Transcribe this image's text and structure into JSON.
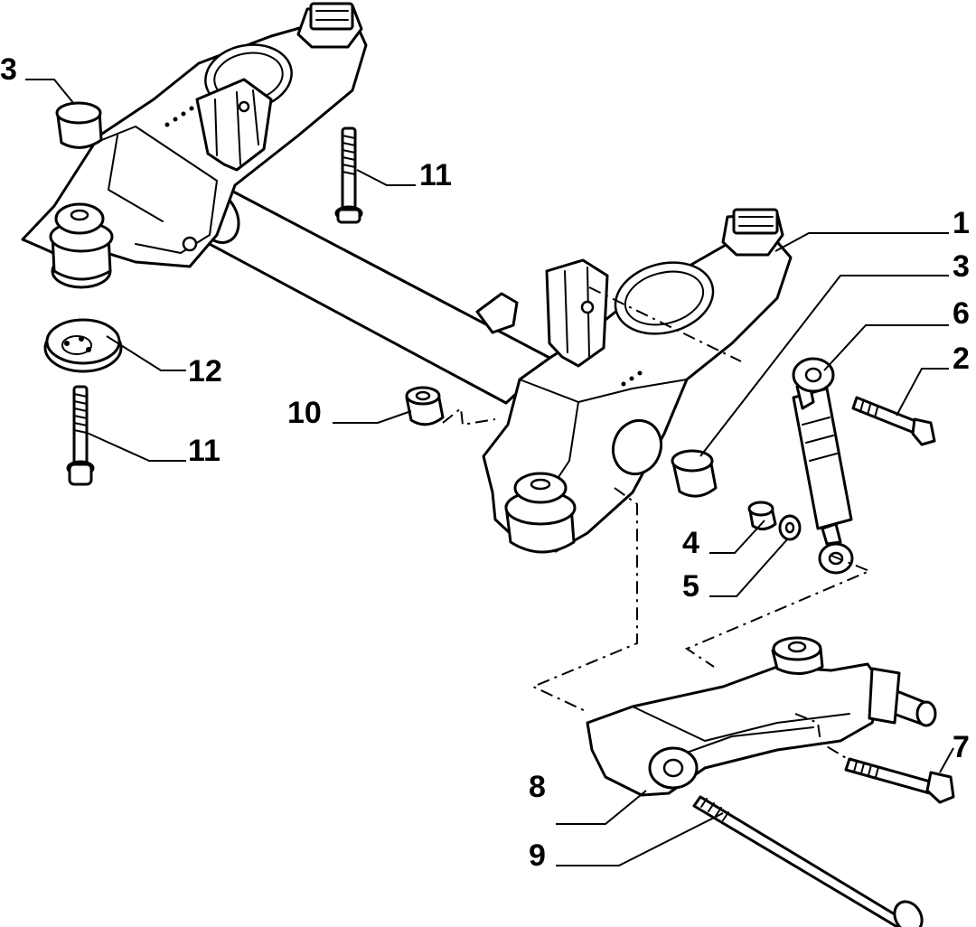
{
  "diagram": {
    "type": "exploded-parts-view",
    "callouts": [
      {
        "id": "c1",
        "label": "1"
      },
      {
        "id": "c2",
        "label": "2"
      },
      {
        "id": "c3a",
        "label": "3"
      },
      {
        "id": "c3b",
        "label": "3"
      },
      {
        "id": "c4",
        "label": "4"
      },
      {
        "id": "c5",
        "label": "5"
      },
      {
        "id": "c6",
        "label": "6"
      },
      {
        "id": "c7",
        "label": "7"
      },
      {
        "id": "c8",
        "label": "8"
      },
      {
        "id": "c9",
        "label": "9"
      },
      {
        "id": "c10",
        "label": "10"
      },
      {
        "id": "c11a",
        "label": "11"
      },
      {
        "id": "c11b",
        "label": "11"
      },
      {
        "id": "c12",
        "label": "12"
      }
    ]
  }
}
